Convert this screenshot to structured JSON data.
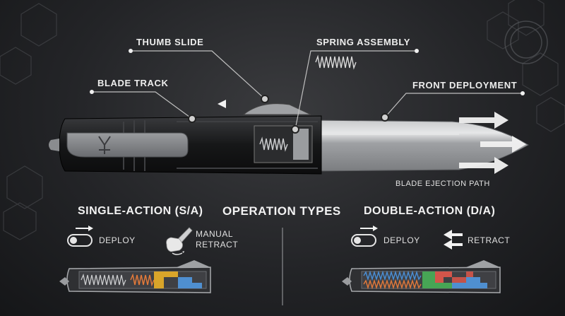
{
  "callouts": {
    "thumb_slide": "THUMB SLIDE",
    "spring_assembly": "SPRING ASSEMBLY",
    "blade_track": "BLADE TRACK",
    "front_deployment": "FRONT DEPLOYMENT",
    "blade_ejection_path": "BLADE EJECTION PATH"
  },
  "operation": {
    "title": "OPERATION TYPES",
    "single": {
      "title": "SINGLE-ACTION (S/A)",
      "deploy": "DEPLOY",
      "manual_line1": "MANUAL",
      "manual_line2": "RETRACT"
    },
    "double": {
      "title": "DOUBLE-ACTION (D/A)",
      "deploy": "DEPLOY",
      "retract": "RETRACT"
    }
  },
  "colors": {
    "spring_orange": "#e2793a",
    "spring_blue": "#4a8fd6",
    "part_yellow": "#d9a52a",
    "part_blue": "#4f8fd0",
    "part_red": "#d3554a",
    "part_green": "#47a555"
  },
  "icons": [
    "toggle-icon",
    "hand-knife-icon",
    "arrow-left-icon",
    "arrow-right-icon",
    "retract-arrows-icon",
    "spring-icon"
  ]
}
